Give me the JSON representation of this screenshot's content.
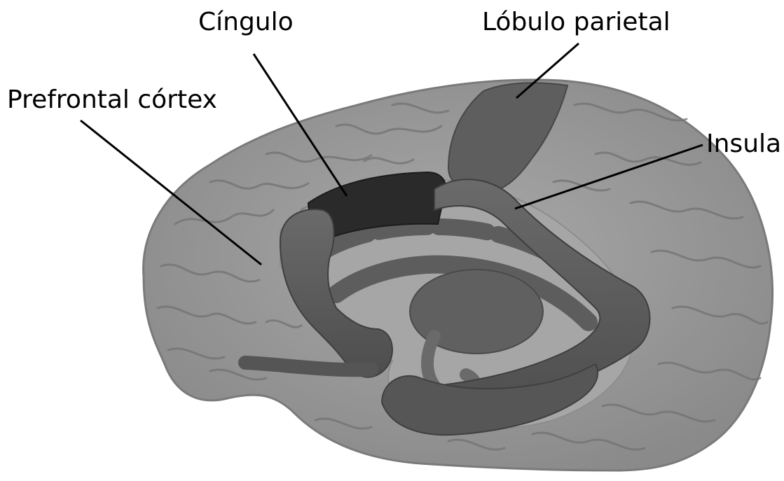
{
  "figure": {
    "labels": {
      "cingulo": "Cíngulo",
      "parietal": "Lóbulo parietal",
      "prefrontal": "Prefrontal córtex",
      "insula": "Insula"
    },
    "colors": {
      "cortex": "#9a9a9a",
      "gyri_line": "#6f6f6f",
      "limbic_ring": "#a8a8a8",
      "limbic_dark": "#5a5a5a",
      "cingulate": "#2b2b2b",
      "leader_line": "#000000"
    }
  }
}
